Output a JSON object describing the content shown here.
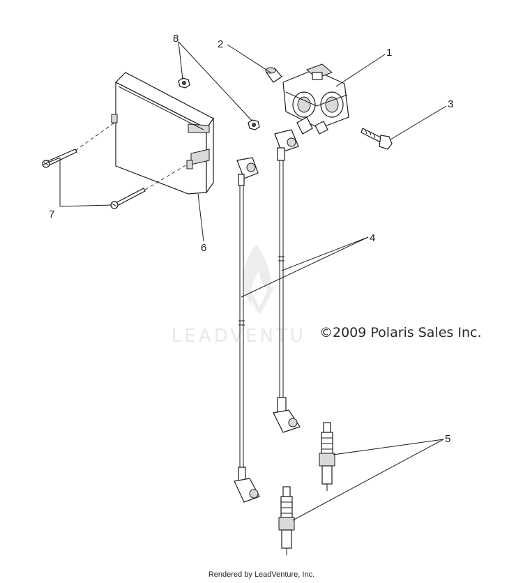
{
  "callouts": [
    {
      "id": "1",
      "label": "1"
    },
    {
      "id": "2",
      "label": "2"
    },
    {
      "id": "3",
      "label": "3"
    },
    {
      "id": "4",
      "label": "4"
    },
    {
      "id": "5",
      "label": "5"
    },
    {
      "id": "6",
      "label": "6"
    },
    {
      "id": "7",
      "label": "7"
    },
    {
      "id": "8",
      "label": "8"
    }
  ],
  "watermark": {
    "logo": "LEADVENTURE"
  },
  "copyright": "©2009 Polaris Sales Inc.",
  "footer": "Rendered by LeadVenture, Inc.",
  "colors": {
    "line": "#1a1a1a",
    "watermark": "#e8e8e8",
    "background": "#ffffff"
  }
}
